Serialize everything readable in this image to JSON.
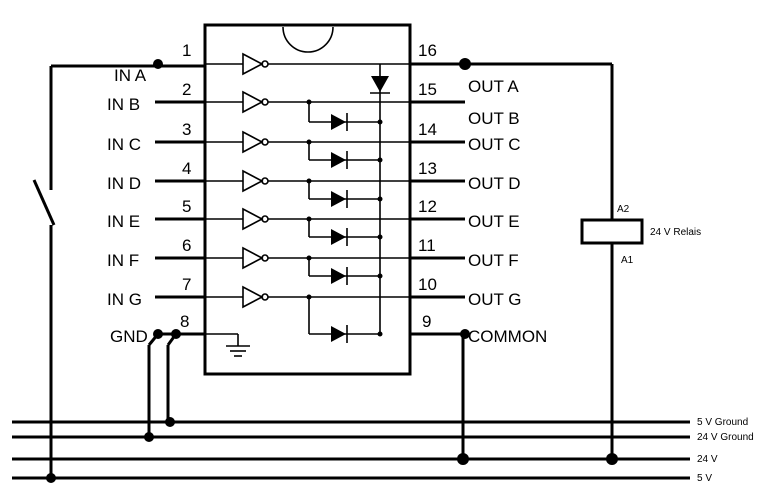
{
  "ic": {
    "inputs": [
      {
        "pin": "1",
        "label": "IN A"
      },
      {
        "pin": "2",
        "label": "IN B"
      },
      {
        "pin": "3",
        "label": "IN C"
      },
      {
        "pin": "4",
        "label": "IN D"
      },
      {
        "pin": "5",
        "label": "IN E"
      },
      {
        "pin": "6",
        "label": "IN F"
      },
      {
        "pin": "7",
        "label": "IN G"
      }
    ],
    "outputs": [
      {
        "pin": "16",
        "label": "OUT A"
      },
      {
        "pin": "15",
        "label": "OUT B"
      },
      {
        "pin": "14",
        "label": "OUT C"
      },
      {
        "pin": "13",
        "label": "OUT D"
      },
      {
        "pin": "12",
        "label": "OUT E"
      },
      {
        "pin": "11",
        "label": "OUT F"
      },
      {
        "pin": "10",
        "label": "OUT G"
      }
    ],
    "gnd": {
      "pin": "8",
      "label": "GND"
    },
    "common": {
      "pin": "9",
      "label": "COMMON"
    }
  },
  "relay": {
    "top": "A2",
    "bottom": "A1",
    "label": "24 V Relais"
  },
  "rails": [
    "5 V  Ground",
    "24 V Ground",
    "24 V",
    "5 V"
  ]
}
